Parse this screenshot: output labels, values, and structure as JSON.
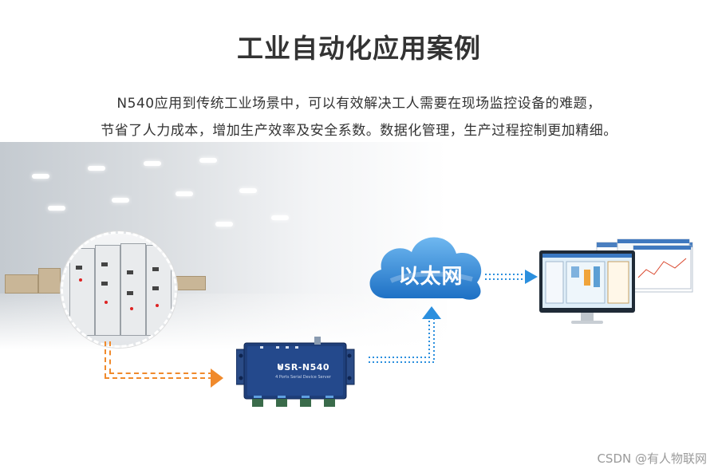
{
  "header": {
    "title": "工业自动化应用案例",
    "description_line1": "N540应用到传统工业场景中，可以有效解决工人需要在现场监控设备的难题，",
    "description_line2": "节省了人力成本，增加生产效率及安全系数。数据化管理，生产过程控制更加精细。"
  },
  "diagram": {
    "cloud_label": "以太网",
    "device_label": "USR-N540",
    "device_sublabel": "4 Ports Serial Device Server"
  },
  "watermark": "CSDN @有人物联网",
  "colors": {
    "title_text": "#333333",
    "arrow_orange": "#f08a2c",
    "arrow_blue": "#2b8fde",
    "cloud_blue": "#2e86d9",
    "device_navy": "#1f3f7a"
  },
  "icons": [
    "cabinet-image",
    "cloud-icon",
    "serial-server-device",
    "monitor-icon"
  ]
}
